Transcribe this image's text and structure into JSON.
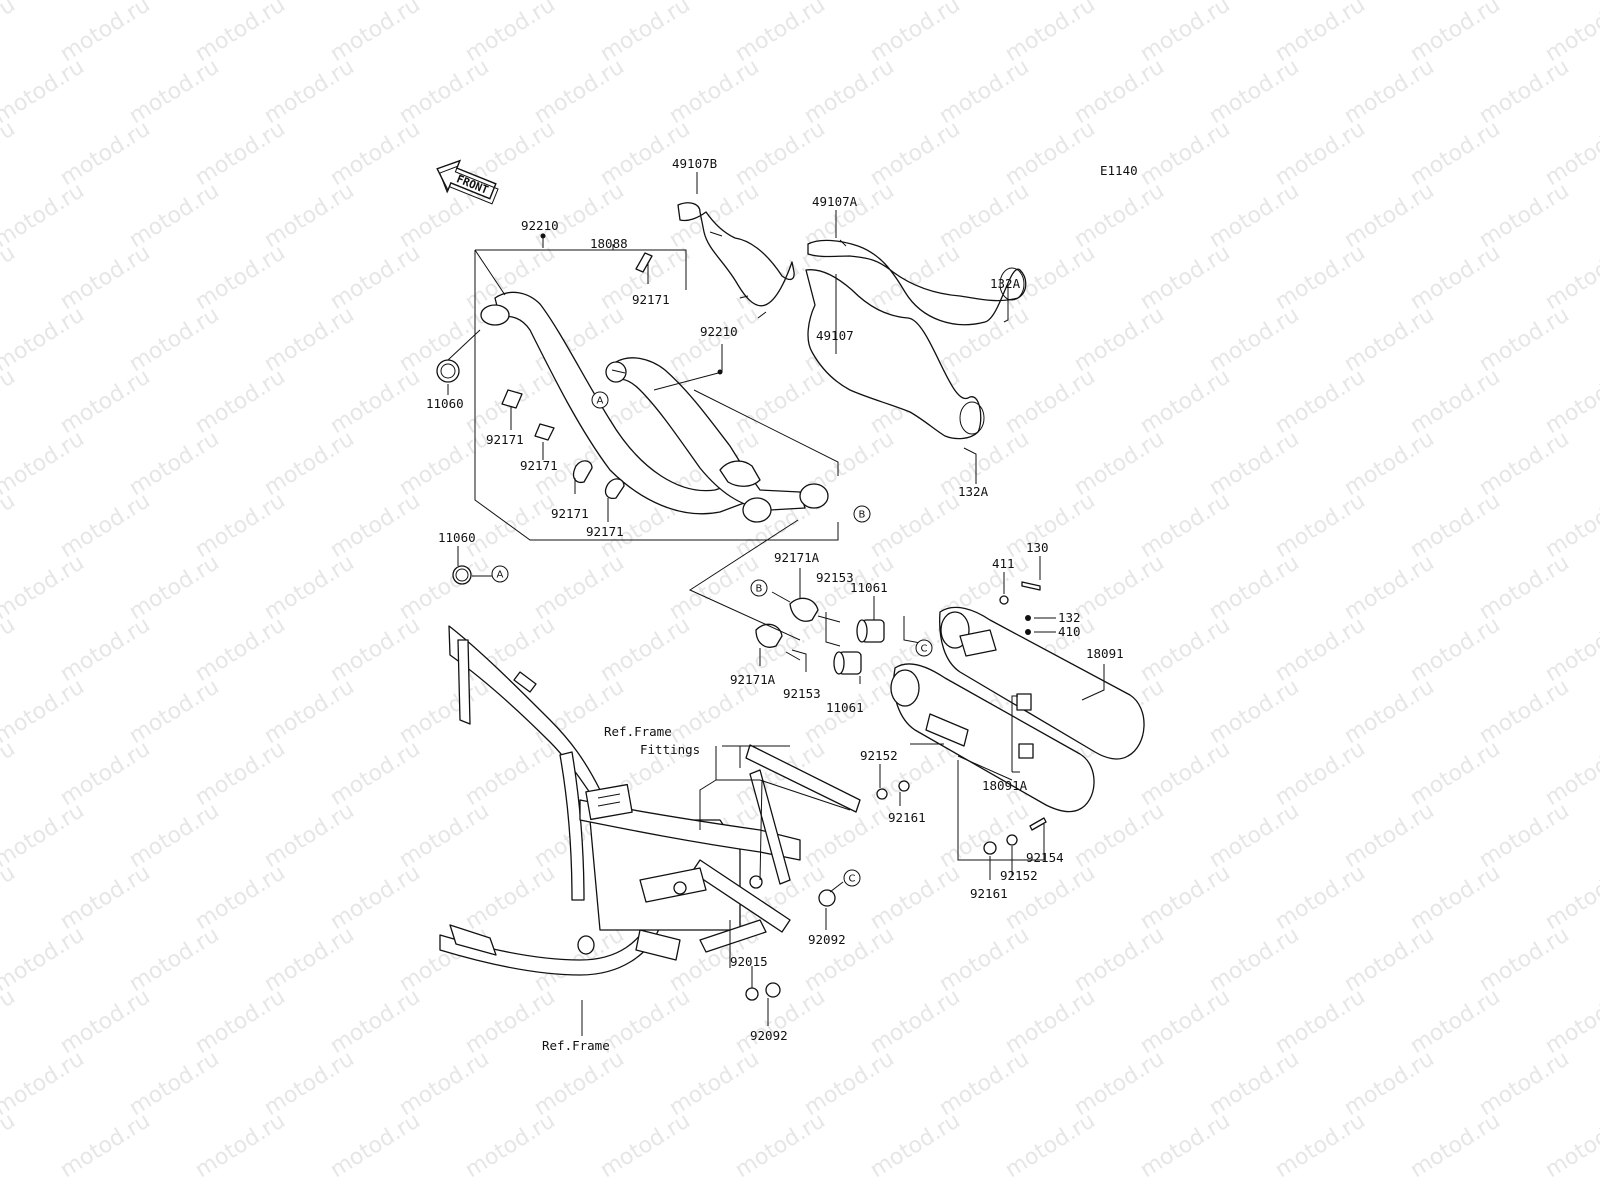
{
  "diagram_code": "E1140",
  "watermark": "motod.ru",
  "front_arrow": {
    "label": "FRONT",
    "icon": "front-arrow-icon"
  },
  "parts": [
    {
      "id": "p-49107B",
      "label": "49107B"
    },
    {
      "id": "p-49107A",
      "label": "49107A"
    },
    {
      "id": "p-132A-top",
      "label": "132A"
    },
    {
      "id": "p-49107",
      "label": "49107"
    },
    {
      "id": "p-132A-bottom",
      "label": "132A"
    },
    {
      "id": "p-92210-left",
      "label": "92210"
    },
    {
      "id": "p-18088",
      "label": "18088"
    },
    {
      "id": "p-92171-top",
      "label": "92171"
    },
    {
      "id": "p-92210-mid",
      "label": "92210"
    },
    {
      "id": "p-11060-top",
      "label": "11060"
    },
    {
      "id": "p-92171-a",
      "label": "92171"
    },
    {
      "id": "p-92171-b",
      "label": "92171"
    },
    {
      "id": "p-92171-c",
      "label": "92171"
    },
    {
      "id": "p-92171-d",
      "label": "92171"
    },
    {
      "id": "p-11060-bottom",
      "label": "11060"
    },
    {
      "id": "p-92171A-top",
      "label": "92171A"
    },
    {
      "id": "p-92153-top",
      "label": "92153"
    },
    {
      "id": "p-11061-top",
      "label": "11061"
    },
    {
      "id": "p-92171A-bottom",
      "label": "92171A"
    },
    {
      "id": "p-92153-bottom",
      "label": "92153"
    },
    {
      "id": "p-11061-bottom",
      "label": "11061"
    },
    {
      "id": "p-411",
      "label": "411"
    },
    {
      "id": "p-130",
      "label": "130"
    },
    {
      "id": "p-132",
      "label": "132"
    },
    {
      "id": "p-410",
      "label": "410"
    },
    {
      "id": "p-18091",
      "label": "18091"
    },
    {
      "id": "p-18091A",
      "label": "18091A"
    },
    {
      "id": "p-92152-top",
      "label": "92152"
    },
    {
      "id": "p-92161-top",
      "label": "92161"
    },
    {
      "id": "p-92154",
      "label": "92154"
    },
    {
      "id": "p-92152-bottom",
      "label": "92152"
    },
    {
      "id": "p-92161-bottom",
      "label": "92161"
    },
    {
      "id": "p-92092-top",
      "label": "92092"
    },
    {
      "id": "p-92015",
      "label": "92015"
    },
    {
      "id": "p-92092-bottom",
      "label": "92092"
    },
    {
      "id": "p-ref-frame",
      "label": "Ref.Frame"
    }
  ],
  "ref_frame_fittings": {
    "line1": "Ref.Frame",
    "line2": "Fittings"
  },
  "reference_marks": [
    {
      "id": "ref-A-upper",
      "letter": "A"
    },
    {
      "id": "ref-A-lower",
      "letter": "A"
    },
    {
      "id": "ref-B-right",
      "letter": "B"
    },
    {
      "id": "ref-B-left",
      "letter": "B"
    },
    {
      "id": "ref-C-muffler",
      "letter": "C"
    },
    {
      "id": "ref-C-bracket",
      "letter": "C"
    }
  ]
}
